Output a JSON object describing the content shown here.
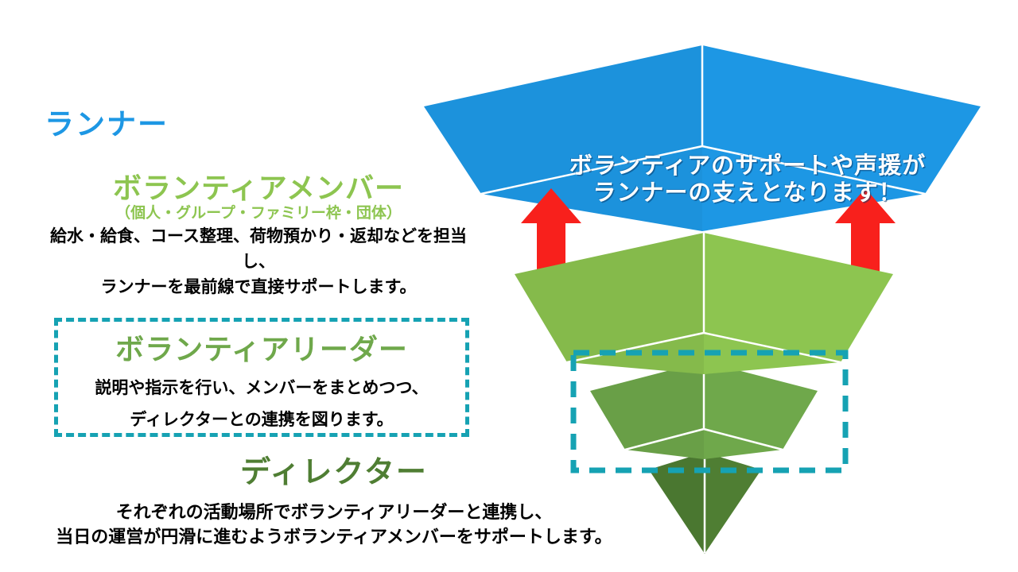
{
  "labels": {
    "runner": "ランナー",
    "message_line1": "ボランティアのサポートや声援が",
    "message_line2": "ランナーの支えとなります！"
  },
  "sections": {
    "member": {
      "title": "ボランティアメンバー",
      "subtitle": "（個人・グループ・ファミリー枠・団体）",
      "body_line1": "給水・給食、コース整理、荷物預かり・返却などを担当し、",
      "body_line2": "ランナーを最前線で直接サポートします。"
    },
    "leader": {
      "title": "ボランティアリーダー",
      "body_line1": "説明や指示を行い、メンバーをまとめつつ、",
      "body_line2": "ディレクターとの連携を図ります。"
    },
    "director": {
      "title": "ディレクター",
      "body_line1": "それぞれの活動場所でボランティアリーダーと連携し、",
      "body_line2": "当日の運営が円滑に進むようボランティアメンバーをサポートします。"
    }
  },
  "diagram": {
    "type": "inverted-pyramid",
    "layers": [
      {
        "name": "runner",
        "color": "#1D97E4"
      },
      {
        "name": "volunteer-member",
        "color": "#8DC550"
      },
      {
        "name": "volunteer-leader",
        "color": "#70A84B"
      },
      {
        "name": "director",
        "color": "#4E7A31"
      }
    ],
    "arrows": {
      "direction": "up",
      "color": "#F8201C",
      "count": 2
    },
    "highlight": {
      "style": "dashed",
      "color": "#16A2B3",
      "links": "volunteer-leader"
    }
  },
  "colors": {
    "blue": "#1D97E4",
    "light_green": "#8DC550",
    "mid_green": "#6FA84B",
    "dark_green": "#4F7E33",
    "teal": "#16A2B3",
    "red": "#F8201C",
    "text_black": "#000000"
  }
}
